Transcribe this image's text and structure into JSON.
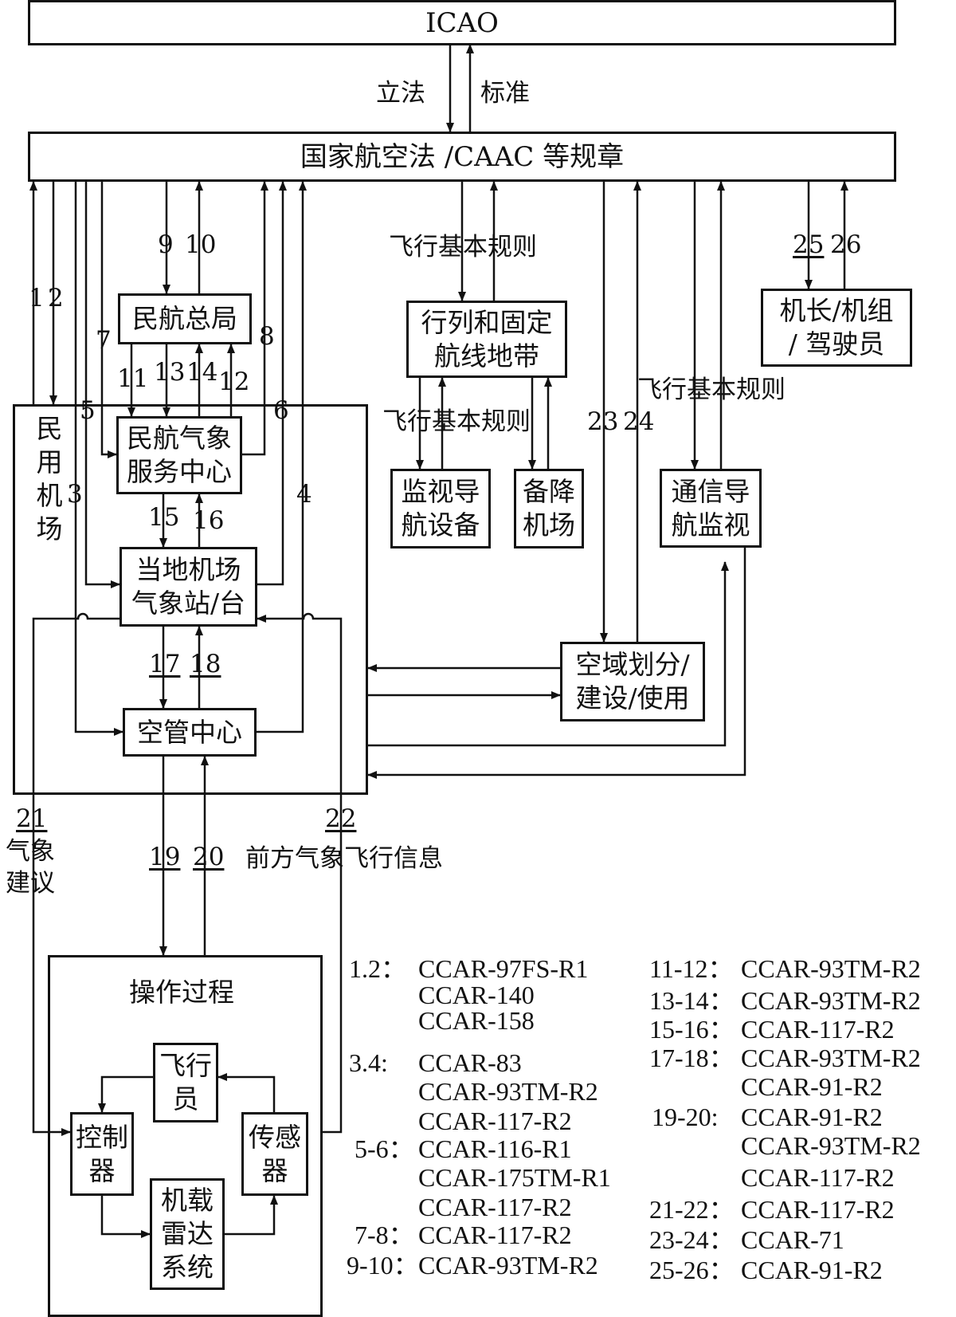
{
  "nodes": {
    "icao": "ICAO",
    "law": "国家航空法 /CAAC 等规章",
    "caac": "民航总局",
    "met_center": [
      "民航气象",
      "服务中心"
    ],
    "local_met": [
      "当地机场",
      "气象站/台"
    ],
    "atc": "空管中心",
    "route": [
      "行列和固定",
      "航线地带"
    ],
    "surveil": [
      "监视导",
      "航设备"
    ],
    "alternate": [
      "备降",
      "机场"
    ],
    "comm": [
      "通信导",
      "航监视"
    ],
    "airspace": [
      "空域划分/",
      "建设/使用"
    ],
    "captain": [
      "机长/机组",
      "/ 驾驶员"
    ],
    "airport_label": [
      "民",
      "用",
      "机",
      "场"
    ],
    "process": "操作过程",
    "pilot": [
      "飞行",
      "员"
    ],
    "controller": [
      "控制",
      "器"
    ],
    "sensor": [
      "传感",
      "器"
    ],
    "radar": [
      "机载",
      "雷达",
      "系统"
    ]
  },
  "edge_labels": {
    "legislate": "立法",
    "standard": "标准",
    "basic_rules": "飞行基本规则",
    "forward_info": "前方气象飞行信息",
    "met_advice": [
      "气象",
      "建议"
    ],
    "n1": "1",
    "n2": "2",
    "n3": "3",
    "n4": "4",
    "n5": "5",
    "n6": "6",
    "n7": "7",
    "n8": "8",
    "n9": "9",
    "n10": "10",
    "n11": "11",
    "n12": "12",
    "n13": "13",
    "n14": "14",
    "n15": "15",
    "n16": "16",
    "n17": "17",
    "n18": "18",
    "n19": "19",
    "n20": "20",
    "n21": "21",
    "n22": "22",
    "n23": "23",
    "n24": "24",
    "n25": "25",
    "n26": "26"
  },
  "legend": [
    {
      "key": "1.2：",
      "values": [
        "CCAR-97FS-R1",
        "CCAR-140",
        "CCAR-158"
      ]
    },
    {
      "key": "3.4:",
      "values": [
        "CCAR-83",
        "CCAR-93TM-R2",
        "CCAR-117-R2"
      ]
    },
    {
      "key": "5-6：",
      "values": [
        "CCAR-116-R1",
        "CCAR-175TM-R1",
        "CCAR-117-R2"
      ]
    },
    {
      "key": "7-8：",
      "values": [
        "CCAR-117-R2"
      ]
    },
    {
      "key": "9-10：",
      "values": [
        "CCAR-93TM-R2"
      ]
    },
    {
      "key": "11-12：",
      "values": [
        "CCAR-93TM-R2"
      ]
    },
    {
      "key": "13-14：",
      "values": [
        "CCAR-93TM-R2"
      ]
    },
    {
      "key": "15-16：",
      "values": [
        "CCAR-117-R2"
      ]
    },
    {
      "key": "17-18：",
      "values": [
        "CCAR-93TM-R2",
        "CCAR-91-R2"
      ]
    },
    {
      "key": "19-20:",
      "values": [
        "CCAR-91-R2",
        "CCAR-93TM-R2",
        "CCAR-117-R2"
      ]
    },
    {
      "key": "21-22：",
      "values": [
        "CCAR-117-R2"
      ]
    },
    {
      "key": "23-24：",
      "values": [
        "CCAR-71"
      ]
    },
    {
      "key": "25-26：",
      "values": [
        "CCAR-91-R2"
      ]
    }
  ]
}
